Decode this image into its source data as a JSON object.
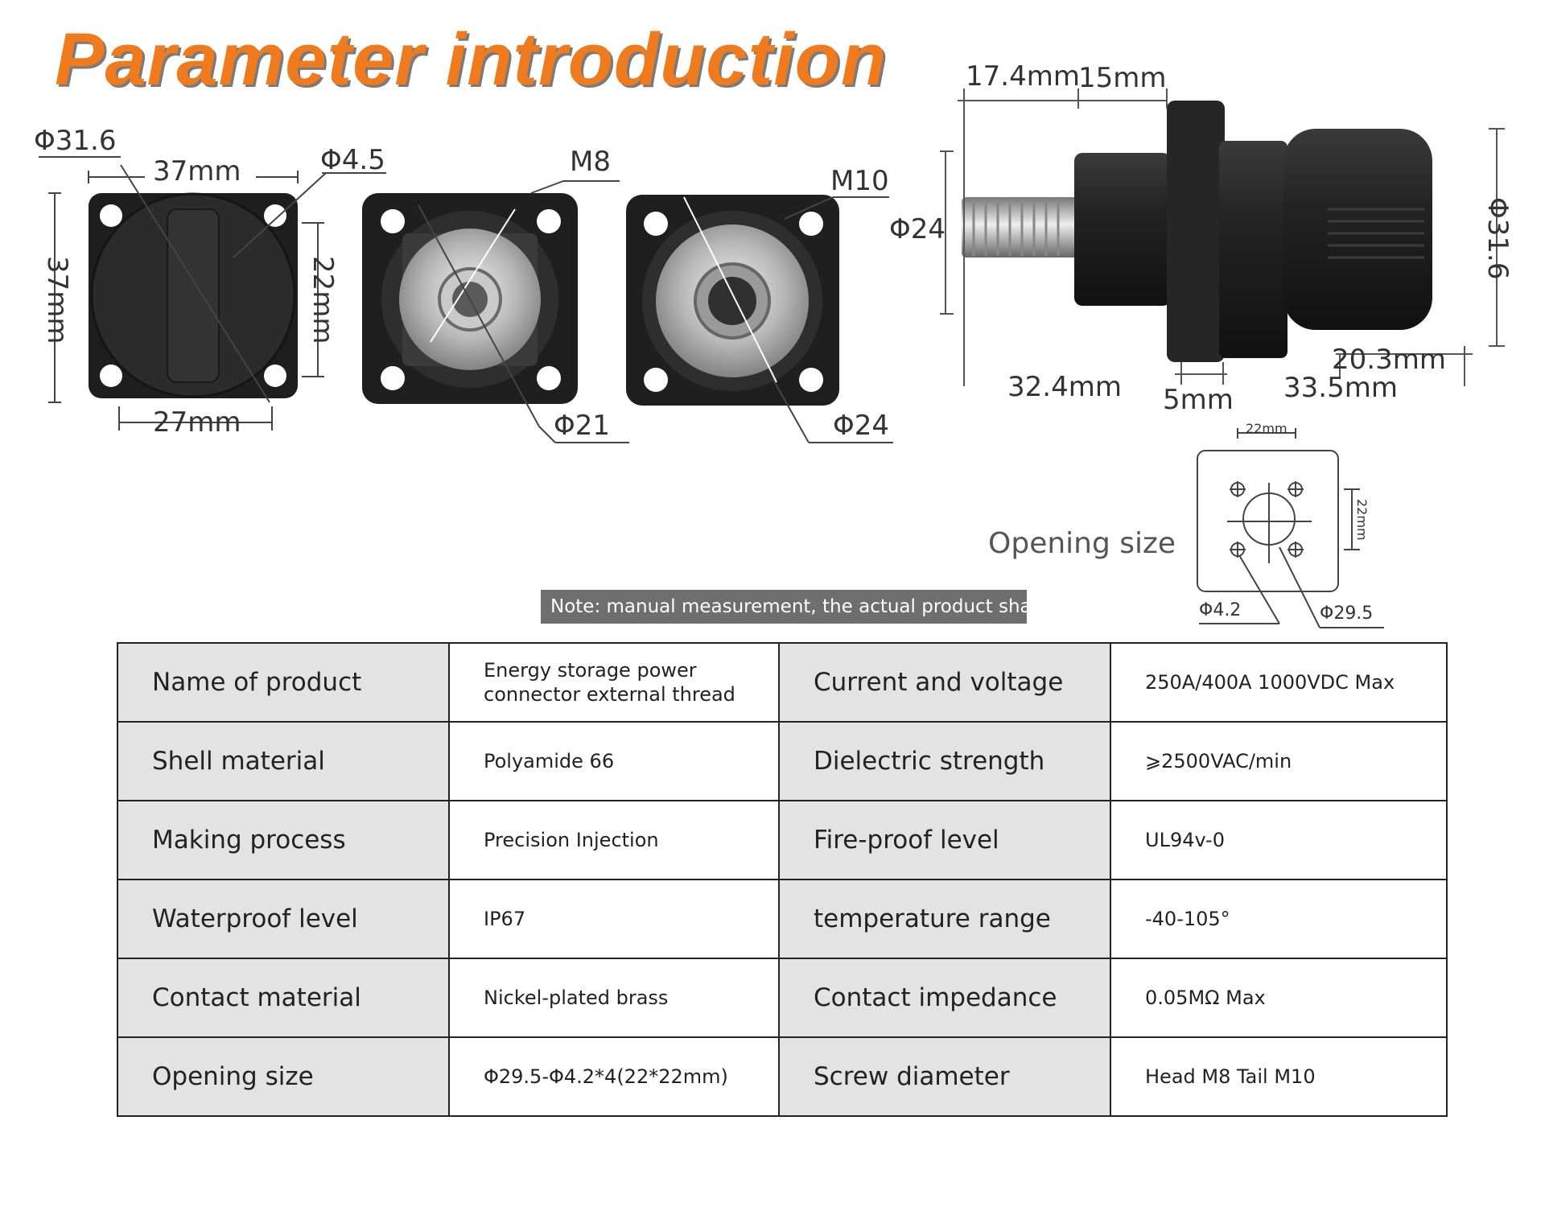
{
  "title": "Parameter introduction",
  "front_view": {
    "phi_outer": "Φ31.6",
    "width_top": "37mm",
    "phi_hole": "Φ4.5",
    "height_left": "37mm",
    "hole_spacing_v": "22mm",
    "hole_spacing_h": "27mm"
  },
  "back_view_m8": {
    "thread": "M8",
    "diameter": "Φ21"
  },
  "back_view_m10": {
    "thread": "M10",
    "diameter": "Φ24"
  },
  "side_view": {
    "len_a": "17.4mm",
    "len_b": "15mm",
    "phi_left": "Φ24",
    "phi_right": "Φ31.6",
    "len_c": "32.4mm",
    "len_d": "5mm",
    "len_e": "20.3mm",
    "len_f": "33.5mm"
  },
  "opening_diagram": {
    "label": "Opening size",
    "top_dim": "22mm",
    "side_dim": "22mm",
    "hole_dim": "Φ4.2",
    "center_dim": "Φ29.5"
  },
  "note": "Note: manual measurement, the actual product shall",
  "spec_table": {
    "rows": [
      {
        "label1": "Name of product",
        "value1": "Energy storage power connector external thread",
        "label2": "Current and voltage",
        "value2": "250A/400A 1000VDC Max"
      },
      {
        "label1": "Shell material",
        "value1": "Polyamide 66",
        "label2": "Dielectric strength",
        "value2": "⩾2500VAC/min"
      },
      {
        "label1": "Making process",
        "value1": "Precision Injection",
        "label2": "Fire-proof level",
        "value2": "UL94v-0"
      },
      {
        "label1": "Waterproof level",
        "value1": "IP67",
        "label2": "temperature range",
        "value2": "-40-105°"
      },
      {
        "label1": "Contact material",
        "value1": "Nickel-plated brass",
        "label2": "Contact impedance",
        "value2": "0.05MΩ Max"
      },
      {
        "label1": "Opening size",
        "value1": "Φ29.5-Φ4.2*4(22*22mm)",
        "label2": "Screw diameter",
        "value2": "Head M8 Tail M10"
      }
    ]
  }
}
